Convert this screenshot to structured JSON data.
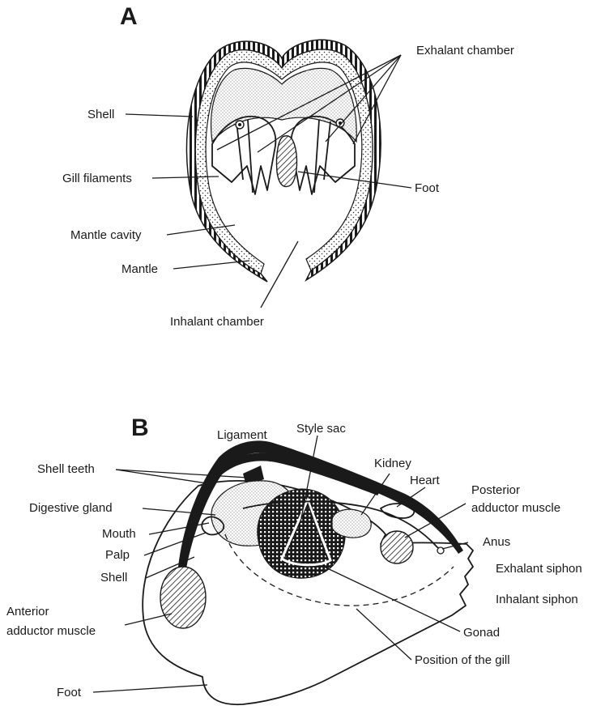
{
  "panel_a": {
    "letter": "A",
    "labels": {
      "exhalant_chamber": "Exhalant chamber",
      "shell": "Shell",
      "gill_filaments": "Gill filaments",
      "foot": "Foot",
      "mantle_cavity": "Mantle cavity",
      "mantle": "Mantle",
      "inhalant_chamber": "Inhalant chamber"
    }
  },
  "panel_b": {
    "letter": "B",
    "labels": {
      "ligament": "Ligament",
      "style_sac": "Style sac",
      "shell_teeth": "Shell teeth",
      "kidney": "Kidney",
      "heart": "Heart",
      "digestive_gland": "Digestive gland",
      "posterior_adductor_1": "Posterior",
      "posterior_adductor_2": "adductor muscle",
      "mouth": "Mouth",
      "palp": "Palp",
      "anus": "Anus",
      "shell": "Shell",
      "exhalant_siphon": "Exhalant siphon",
      "anterior_adductor_1": "Anterior",
      "anterior_adductor_2": "adductor muscle",
      "inhalant_siphon": "Inhalant siphon",
      "gonad": "Gonad",
      "position_of_gill": "Position of the gill",
      "foot": "Foot"
    }
  }
}
